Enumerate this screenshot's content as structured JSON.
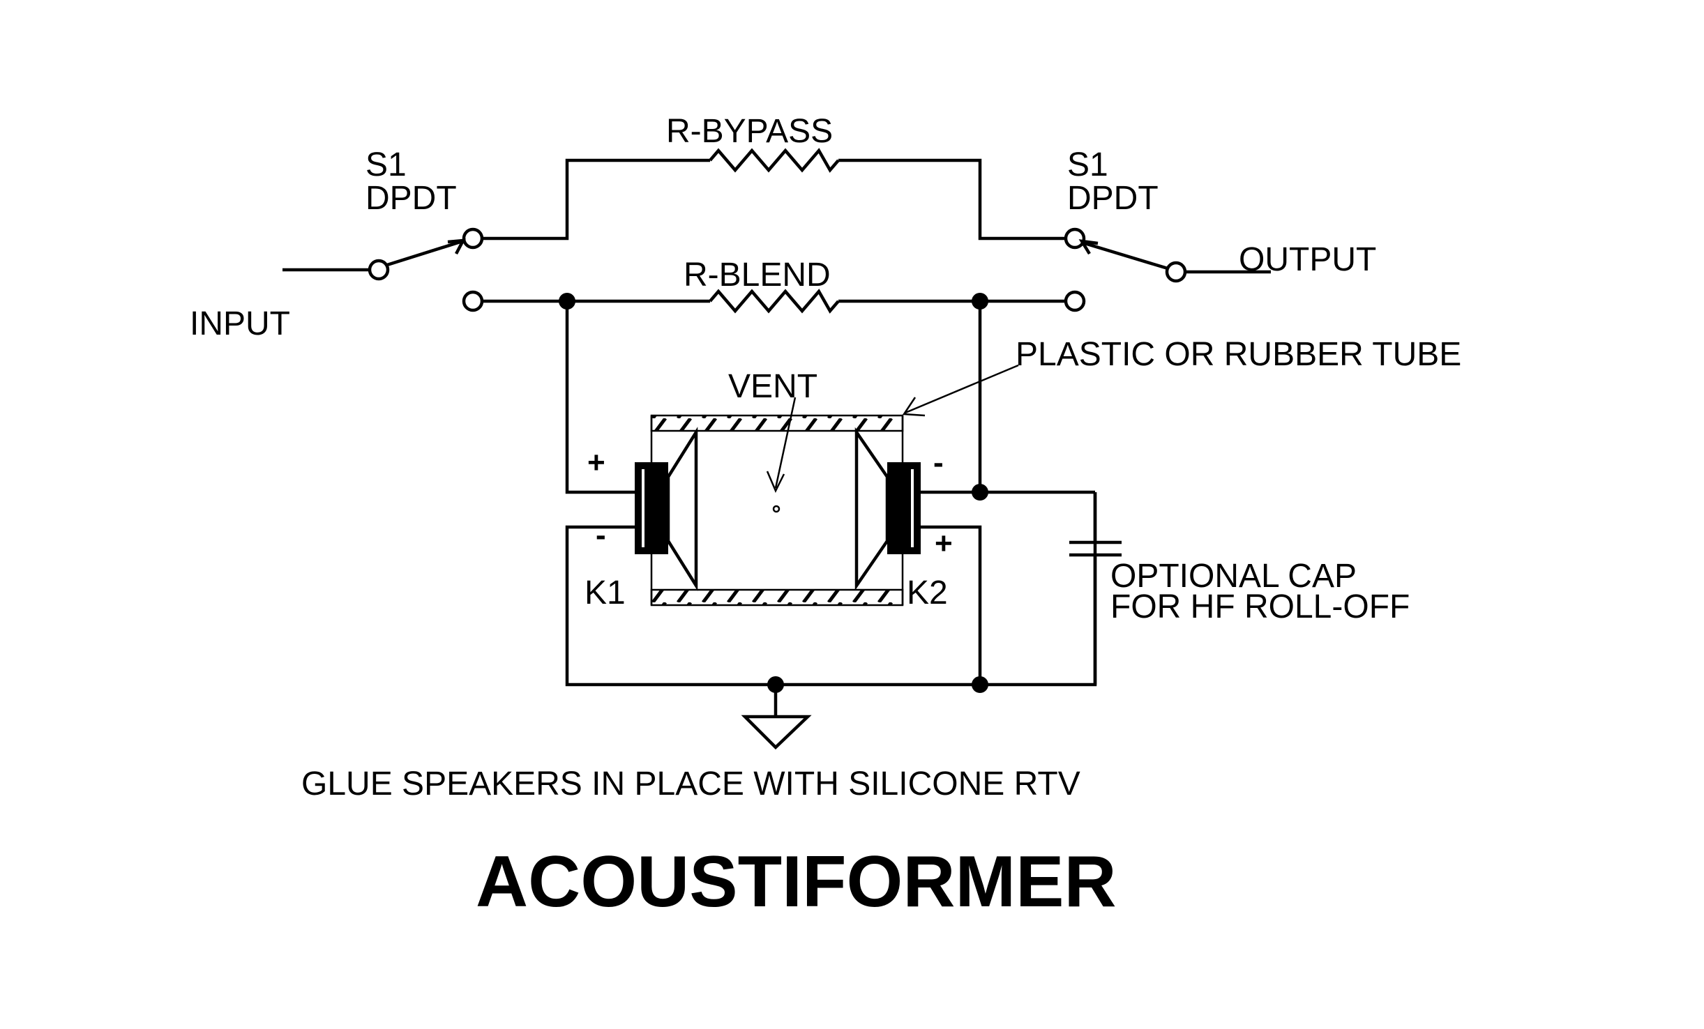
{
  "title": "ACOUSTIFORMER",
  "labels": {
    "input": "INPUT",
    "output": "OUTPUT",
    "switch_left_name": "S1",
    "switch_left_type": "DPDT",
    "switch_right_name": "S1",
    "switch_right_type": "DPDT",
    "r_bypass": "R-BYPASS",
    "r_blend": "R-BLEND",
    "tube": "PLASTIC OR RUBBER TUBE",
    "vent": "VENT",
    "k1": "K1",
    "k2": "K2",
    "k1_plus": "+",
    "k1_minus": "-",
    "k2_minus": "-",
    "k2_plus": "+",
    "cap_line1": "OPTIONAL CAP",
    "cap_line2": "FOR HF ROLL-OFF",
    "note": "GLUE SPEAKERS IN PLACE WITH SILICONE RTV"
  }
}
